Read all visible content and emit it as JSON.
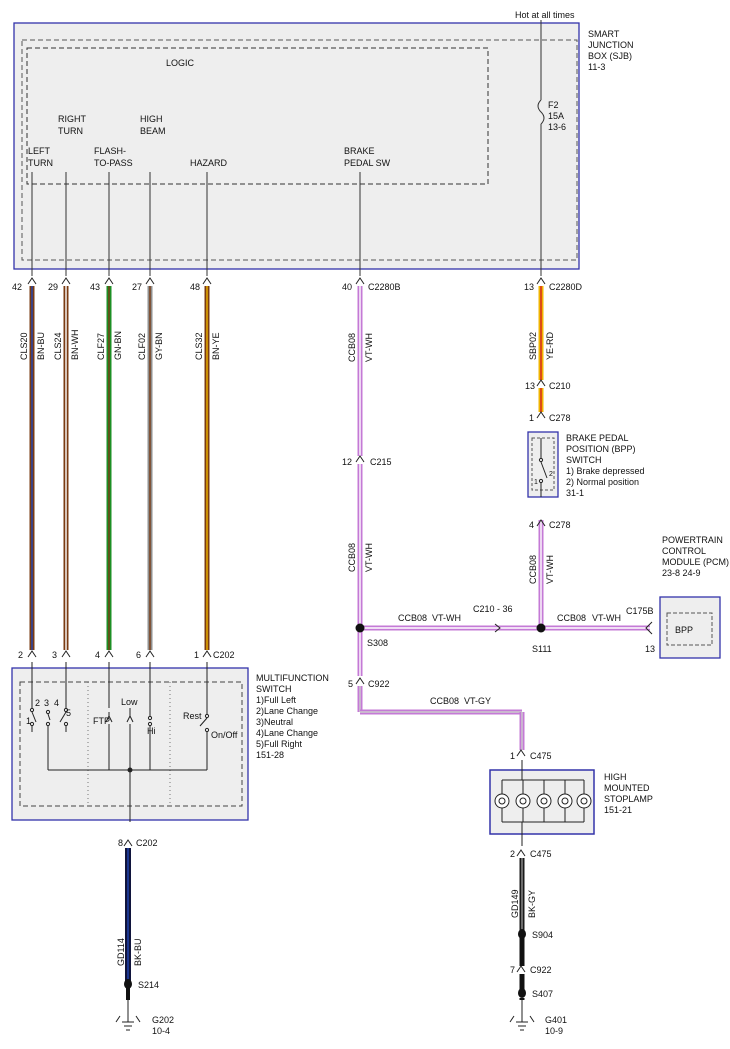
{
  "sjb": {
    "hot_label": "Hot at all times",
    "title_lines": [
      "SMART",
      "JUNCTION",
      "BOX (SJB)",
      "11-3"
    ],
    "logic_label": "LOGIC",
    "fuse_lines": [
      "F2",
      "15A",
      "13-6"
    ],
    "inputs": {
      "left_turn": [
        "LEFT",
        "TURN"
      ],
      "right_turn": [
        "RIGHT",
        "TURN"
      ],
      "flash_to_pass": [
        "FLASH-",
        "TO-PASS"
      ],
      "high_beam": [
        "HIGH",
        "BEAM"
      ],
      "hazard": [
        "HAZARD"
      ],
      "brake_pedal_sw": [
        "BRAKE",
        "PEDAL SW"
      ]
    }
  },
  "connectors": {
    "c2280b": "C2280B",
    "c2280d": "C2280D",
    "c210": "C210",
    "c278": "C278",
    "c215": "C215",
    "c202": "C202",
    "c922": "C922",
    "c475": "C475",
    "c175b": "C175B",
    "c210_36": "C210 - 36"
  },
  "pins": {
    "sjb_42": "42",
    "sjb_29": "29",
    "sjb_43": "43",
    "sjb_27": "27",
    "sjb_48": "48",
    "sjb_40": "40",
    "sjb_13": "13",
    "c210_13": "13",
    "c278_1": "1",
    "c278_4": "4",
    "c215_12": "12",
    "mfs_2": "2",
    "mfs_3": "3",
    "mfs_4": "4",
    "mfs_6": "6",
    "mfs_1": "1",
    "c202_8": "8",
    "c922_5": "5",
    "c922_7": "7",
    "c475_1": "1",
    "c475_2": "2",
    "pcm_13": "13"
  },
  "wires": [
    {
      "circuit": "CLS20",
      "color": "BN-BU",
      "stripe_colors": [
        "#7a3b12",
        "#2146b4"
      ]
    },
    {
      "circuit": "CLS24",
      "color": "BN-WH",
      "stripe_colors": [
        "#7a3b12",
        "#ffffff"
      ]
    },
    {
      "circuit": "CLF27",
      "color": "GN-BN",
      "stripe_colors": [
        "#1d8f25",
        "#7a3b12"
      ]
    },
    {
      "circuit": "CLF02",
      "color": "GY-BN",
      "stripe_colors": [
        "#8f8f8f",
        "#7a3b12"
      ]
    },
    {
      "circuit": "CLS32",
      "color": "BN-YE",
      "stripe_colors": [
        "#7a3b12",
        "#f0b400"
      ]
    },
    {
      "circuit": "CCB08",
      "color": "VT-WH",
      "stripe_colors": [
        "#c47ad6",
        "#ffffff"
      ]
    },
    {
      "circuit": "SBP02",
      "color": "YE-RD",
      "stripe_colors": [
        "#f0b400",
        "#d42020"
      ]
    },
    {
      "circuit": "CCB08",
      "color": "VT-WH"
    },
    {
      "circuit": "CCB08",
      "color": "VT-WH"
    },
    {
      "circuit": "CCB08",
      "color": "VT-WH"
    },
    {
      "circuit": "CCB08",
      "color": "VT-WH"
    },
    {
      "circuit": "CCB08",
      "color": "VT-GY"
    },
    {
      "circuit": "GD114",
      "color": "BK-BU",
      "stripe_colors": [
        "#10143c",
        "#2146b4"
      ]
    },
    {
      "circuit": "GD149",
      "color": "BK-GY",
      "stripe_colors": [
        "#1a1a1a",
        "#8f8f8f"
      ]
    }
  ],
  "splices": {
    "s308": "S308",
    "s111": "S111",
    "s214": "S214",
    "s904": "S904",
    "s407": "S407"
  },
  "bpp_switch": {
    "title_lines": [
      "BRAKE PEDAL",
      "POSITION (BPP)",
      "SWITCH",
      "1) Brake depressed",
      "2) Normal position",
      "31-1"
    ],
    "pos1": "1",
    "pos2": "2"
  },
  "pcm": {
    "title_lines": [
      "POWERTRAIN",
      "CONTROL",
      "MODULE (PCM)",
      "23-8   24-9"
    ],
    "inner_label": "BPP"
  },
  "mfs": {
    "title_lines": [
      "MULTIFUNCTION",
      "SWITCH",
      "1)Full Left",
      "2)Lane Change",
      "3)Neutral",
      "4)Lane Change",
      "5)Full Right",
      "151-28"
    ],
    "pos1": "1",
    "pos2": "2",
    "pos3": "3",
    "pos4": "4",
    "pos5": "5",
    "ftp": "FTP",
    "low": "Low",
    "hi": "Hi",
    "rest": "Rest",
    "onoff": "On/Off"
  },
  "hmsl": {
    "title_lines": [
      "HIGH",
      "MOUNTED",
      "STOPLAMP",
      "151-21"
    ]
  },
  "grounds": {
    "g202": [
      "G202",
      "10-4"
    ],
    "g401": [
      "G401",
      "10-9"
    ]
  },
  "colors": {
    "box_border": "#3333aa",
    "box_fill": "#eeeeee",
    "violet_wire": "#c47ad6",
    "dark_wire": "#111111"
  }
}
